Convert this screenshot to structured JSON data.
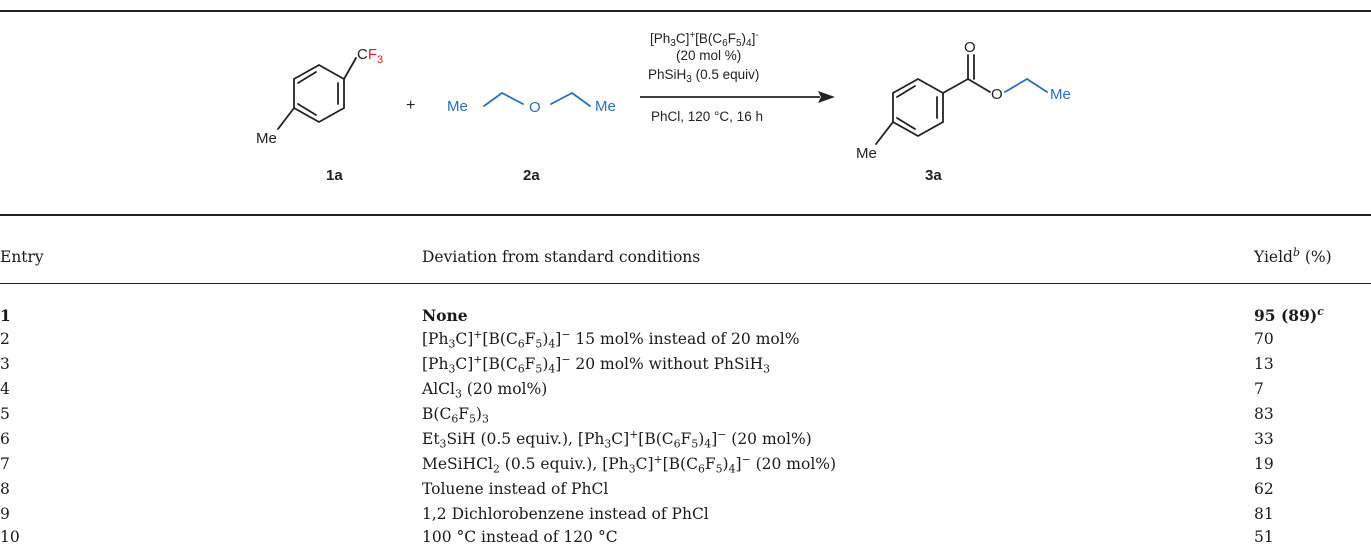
{
  "scheme": {
    "reactant1": {
      "label": "1a",
      "substituent_top": "CF",
      "substituent_top_sub": "3",
      "substituent_left": "Me"
    },
    "plus": "+",
    "reactant2": {
      "label": "2a",
      "left": "Me",
      "center": "O",
      "right": "Me"
    },
    "conditions": {
      "line1_a": "[Ph",
      "line1_b": "3",
      "line1_c": "C]",
      "line1_d": "+",
      "line1_e": "[B(C",
      "line1_f": "6",
      "line1_g": "F",
      "line1_h": "5",
      "line1_i": ")",
      "line1_j": "4",
      "line1_k": "]",
      "line1_l": "-",
      "line2": "(20 mol %)",
      "line3_a": "PhSiH",
      "line3_b": "3",
      "line3_c": " (0.5 equiv)",
      "below": "PhCl, 120 °C, 16 h"
    },
    "product": {
      "label": "3a",
      "carbonyl_o": "O",
      "ester_o": "O",
      "right": "Me",
      "left": "Me"
    },
    "colors": {
      "fluorine": "#d9232a",
      "ether": "#2a6ebb",
      "line": "#222222"
    }
  },
  "table": {
    "headers": {
      "entry": "Entry",
      "deviation": "Deviation from standard conditions",
      "yield": "Yield",
      "yield_sup": "b",
      "yield_unit": " (%)"
    },
    "rows": [
      {
        "entry": "1",
        "deviation": "None",
        "yield": "95 (89)",
        "yield_sup": "c"
      },
      {
        "entry": "2",
        "dev_tail": " 15 mol% instead of 20 mol%",
        "yield": "70"
      },
      {
        "entry": "3",
        "dev_tail": " 20 mol% without PhSiH",
        "dev_tail_sub": "3",
        "yield": "13"
      },
      {
        "entry": "4",
        "dev_a": "AlCl",
        "dev_a_sub": "3",
        "dev_b": " (20 mol%)",
        "yield": "7"
      },
      {
        "entry": "5",
        "dev_a": "B(C",
        "dev_a_sub1": "6",
        "dev_b": "F",
        "dev_b_sub": "5",
        "dev_c": ")",
        "dev_c_sub": "3",
        "yield": "83"
      },
      {
        "entry": "6",
        "dev_pre": "Et",
        "dev_pre_sub": "3",
        "dev_pre2": "SiH (0.5 equiv.), ",
        "dev_tail": " (20 mol%)",
        "yield": "33"
      },
      {
        "entry": "7",
        "dev_pre": "MeSiHCl",
        "dev_pre_sub": "2",
        "dev_pre2": " (0.5 equiv.), ",
        "dev_tail": " (20 mol%)",
        "yield": "19"
      },
      {
        "entry": "8",
        "deviation": "Toluene instead of PhCl",
        "yield": "62"
      },
      {
        "entry": "9",
        "deviation": "1,2 Dichlorobenzene instead of PhCl",
        "yield": "81"
      },
      {
        "entry": "10",
        "deviation": "100 °C instead of 120 °C",
        "yield": "51"
      }
    ],
    "catalyst": {
      "a": "[Ph",
      "a_sub": "3",
      "b": "C]",
      "b_sup": "+",
      "c": "[B(C",
      "c_sub": "6",
      "d": "F",
      "d_sub": "5",
      "e": ")",
      "e_sub": "4",
      "f": "]",
      "f_sup": "−"
    }
  }
}
